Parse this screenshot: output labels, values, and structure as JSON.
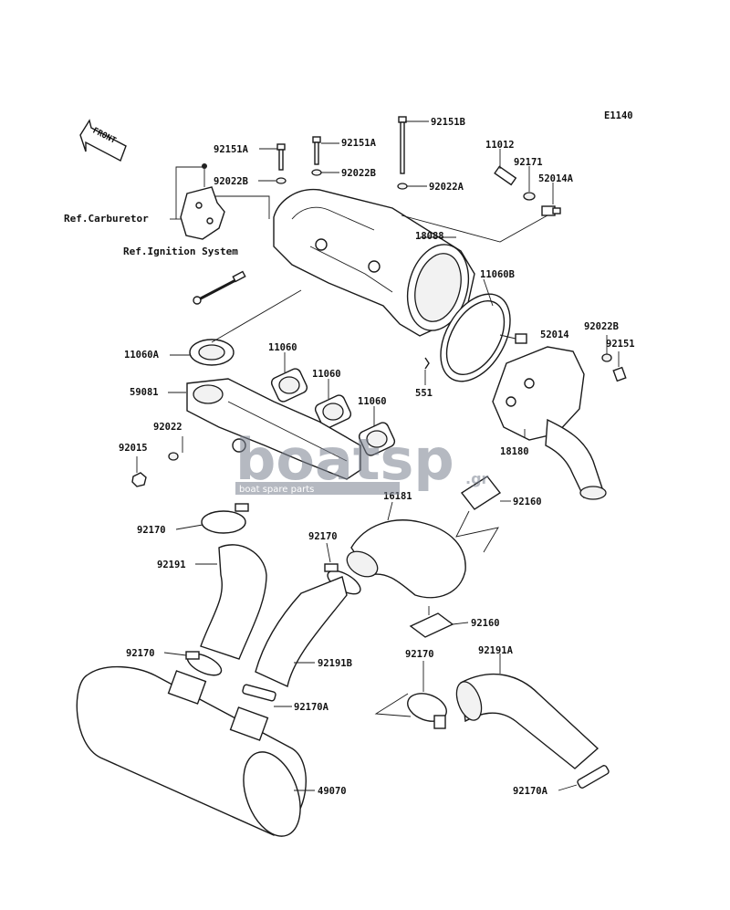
{
  "diagram_code": "E1140",
  "front_label": "FRONT",
  "refs": {
    "carburetor": "Ref.Carburetor",
    "ignition": "Ref.Ignition System"
  },
  "parts": {
    "p92151A_1": "92151A",
    "p92151A_2": "92151A",
    "p92151B": "92151B",
    "p92022B_1": "92022B",
    "p92022B_2": "92022B",
    "p92022A": "92022A",
    "p11012": "11012",
    "p92171": "92171",
    "p52014A": "52014A",
    "p18088": "18088",
    "p11060B": "11060B",
    "p11060A": "11060A",
    "p11060_1": "11060",
    "p11060_2": "11060",
    "p11060_3": "11060",
    "p59081": "59081",
    "p52014": "52014",
    "p92022B_3": "92022B",
    "p92151": "92151",
    "p551": "551",
    "p92022": "92022",
    "p92015": "92015",
    "p18180": "18180",
    "p16181": "16181",
    "p92160_1": "92160",
    "p92160_2": "92160",
    "p92170_1": "92170",
    "p92170_2": "92170",
    "p92170_3": "92170",
    "p92170_4": "92170",
    "p92191": "92191",
    "p92191B": "92191B",
    "p92191A": "92191A",
    "p92170A_1": "92170A",
    "p92170A_2": "92170A",
    "p49070": "49070"
  },
  "watermark": {
    "brand": "boatsp",
    "domain": ".gr",
    "tagline": "boat spare parts"
  }
}
